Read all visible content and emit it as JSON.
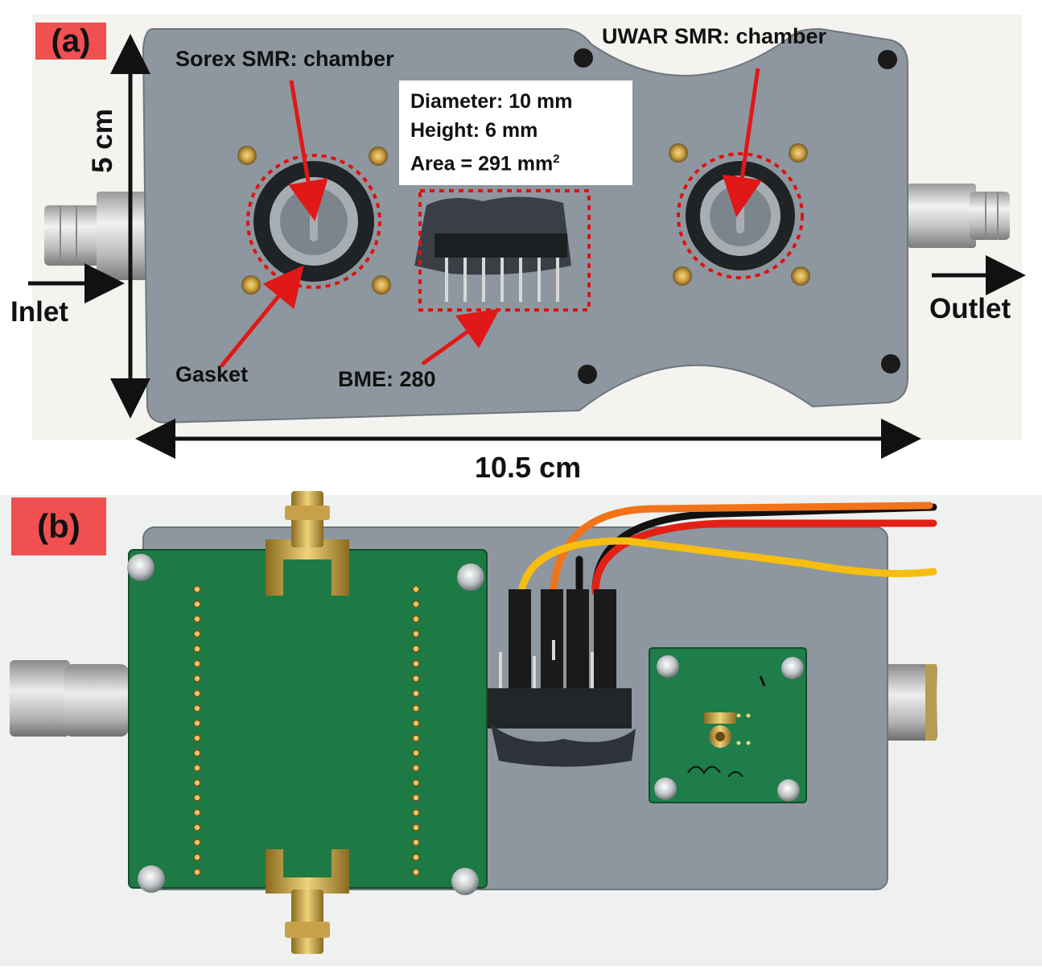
{
  "panel_a": {
    "label": "(a)",
    "labels": {
      "sorex": "Sorex SMR: chamber",
      "uwar": "UWAR SMR: chamber",
      "gasket": "Gasket",
      "bme": "BME: 280",
      "inlet": "Inlet",
      "outlet": "Outlet",
      "height_dim": "5 cm",
      "width_dim": "10.5 cm"
    },
    "infobox": {
      "diameter": "Diameter: 10 mm",
      "height": "Height: 6 mm",
      "area": "Area = 291 mm",
      "area_sup": "2"
    }
  },
  "panel_b": {
    "label": "(b)"
  },
  "colors": {
    "label_bg": "#f05050",
    "arrow_red": "#e01818",
    "housing_grey": "#8e979f",
    "pcb_green": "#1e7a44",
    "dotted_red": "#e01010"
  }
}
